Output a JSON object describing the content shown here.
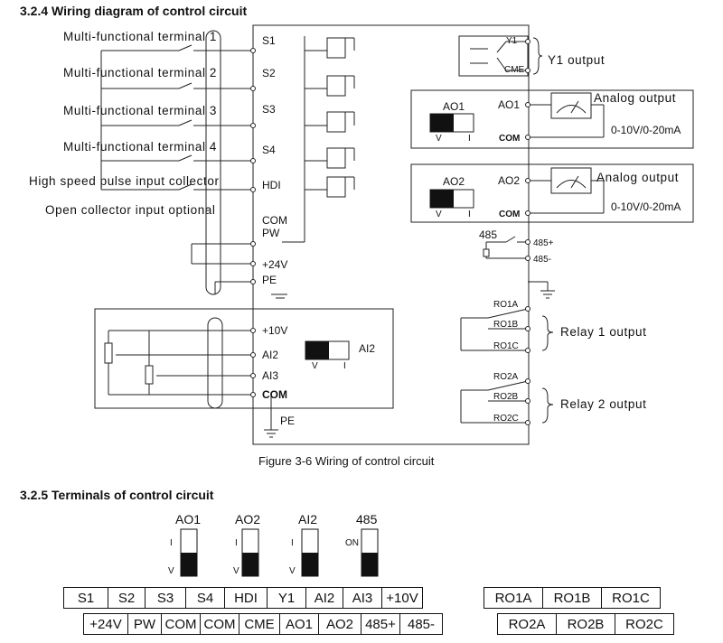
{
  "sections": {
    "wiring_title": "3.2.4 Wiring diagram of control circuit",
    "terminals_title": "3.2.5 Terminals of control circuit"
  },
  "left_labels": [
    "Multi-functional terminal 1",
    "Multi-functional terminal 2",
    "Multi-functional terminal 3",
    "Multi-functional terminal 4",
    "High speed pulse input collector",
    "Open collector input optional"
  ],
  "inner_terminals": {
    "s1": "S1",
    "s2": "S2",
    "s3": "S3",
    "s4": "S4",
    "hdi": "HDI",
    "com": "COM",
    "pw": "PW",
    "v24": "+24V",
    "pe": "PE",
    "v10": "+10V",
    "ai2": "AI2",
    "ai3": "AI3",
    "com2": "COM",
    "pe2": "PE"
  },
  "ai2_switch": {
    "name": "AI2",
    "v": "V",
    "i": "I"
  },
  "y1_block": {
    "y1": "Y1",
    "cme": "CME",
    "label": "Y1 output"
  },
  "ao1_block": {
    "switch": "AO1",
    "v": "V",
    "i": "I",
    "term": "AO1",
    "com": "COM",
    "label": "Analog output",
    "range": "0-10V/0-20mA"
  },
  "ao2_block": {
    "switch": "AO2",
    "v": "V",
    "i": "I",
    "term": "AO2",
    "com": "COM",
    "label": "Analog output",
    "range": "0-10V/0-20mA"
  },
  "rs485": {
    "name": "485",
    "plus": "485+",
    "minus": "485-"
  },
  "relay1": {
    "a": "RO1A",
    "b": "RO1B",
    "c": "RO1C",
    "label": "Relay 1 output"
  },
  "relay2": {
    "a": "RO2A",
    "b": "RO2B",
    "c": "RO2C",
    "label": "Relay 2 output"
  },
  "figure_caption": "Figure 3-6 Wiring of control circuit",
  "dip_switches": [
    {
      "name": "AO1",
      "top": "I",
      "bottom": "V"
    },
    {
      "name": "AO2",
      "top": "I",
      "bottom": "V"
    },
    {
      "name": "AI2",
      "top": "I",
      "bottom": "V"
    },
    {
      "name": "485",
      "top": "ON",
      "bottom": ""
    }
  ],
  "terminal_row_top": [
    "S1",
    "S2",
    "S3",
    "S4",
    "HDI",
    "Y1",
    "AI2",
    "AI3",
    "+10V"
  ],
  "terminal_row_bottom": [
    "+24V",
    "PW",
    "COM",
    "COM",
    "CME",
    "AO1",
    "AO2",
    "485+",
    "485-"
  ],
  "relay_row_top": [
    "RO1A",
    "RO1B",
    "RO1C"
  ],
  "relay_row_bottom": [
    "RO2A",
    "RO2B",
    "RO2C"
  ]
}
